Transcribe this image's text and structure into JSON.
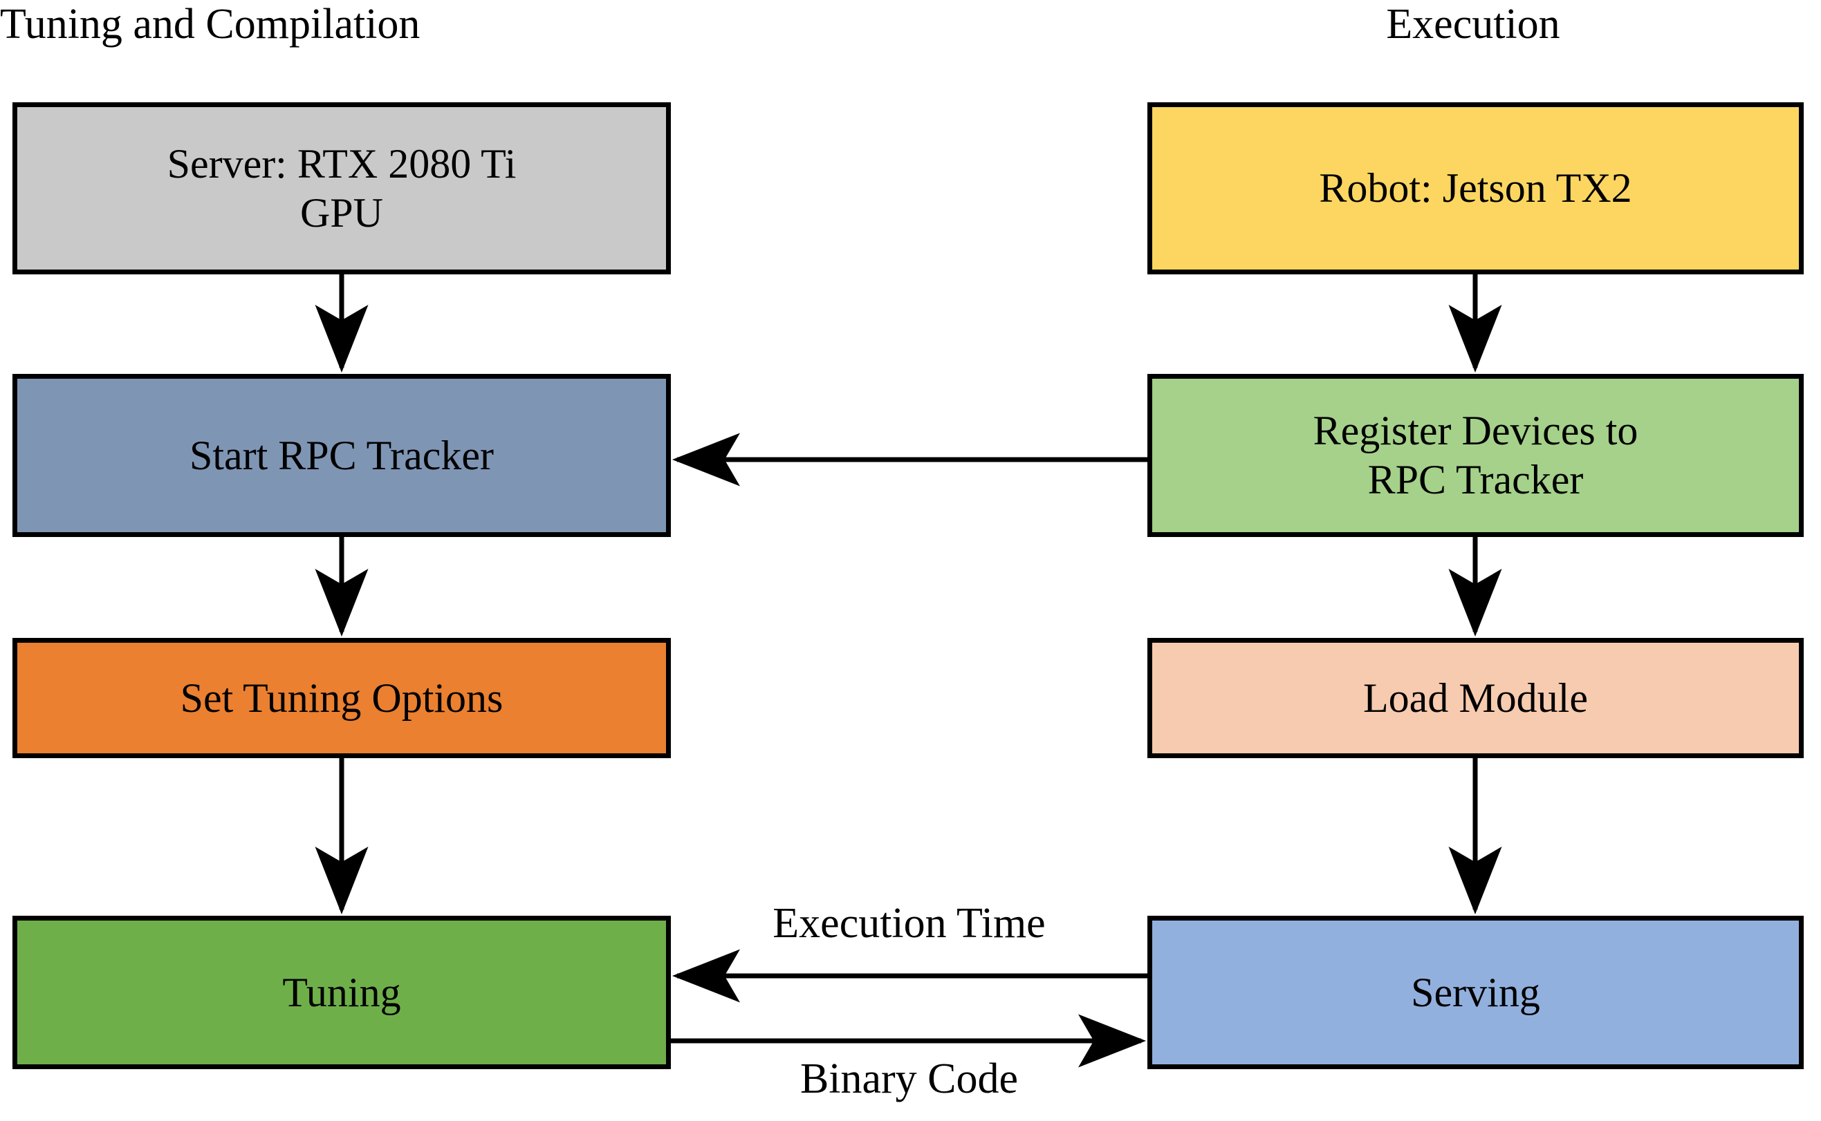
{
  "diagram": {
    "title_left": "Tuning and Compilation",
    "title_right": "Execution",
    "background": "#ffffff",
    "stroke": "#000000",
    "nodes": {
      "server": {
        "label": "Server: RTX 2080 Ti\nGPU",
        "color": "#c9c9c9"
      },
      "tracker": {
        "label": "Start RPC Tracker",
        "color": "#7f95b4"
      },
      "options": {
        "label": "Set Tuning Options",
        "color": "#ea8030"
      },
      "tuning": {
        "label": "Tuning",
        "color": "#6faf4a"
      },
      "robot": {
        "label": "Robot: Jetson TX2",
        "color": "#fcd661"
      },
      "register": {
        "label": "Register Devices to\nRPC Tracker",
        "color": "#a5d18a"
      },
      "load": {
        "label": "Load Module",
        "color": "#f7cbaf"
      },
      "serving": {
        "label": "Serving",
        "color": "#92b0de"
      }
    },
    "edge_labels": {
      "execution_time": "Execution Time",
      "binary_code": "Binary Code"
    },
    "edges": [
      {
        "from": "server",
        "to": "tracker",
        "label": ""
      },
      {
        "from": "tracker",
        "to": "options",
        "label": ""
      },
      {
        "from": "options",
        "to": "tuning",
        "label": ""
      },
      {
        "from": "robot",
        "to": "register",
        "label": ""
      },
      {
        "from": "register",
        "to": "load",
        "label": ""
      },
      {
        "from": "load",
        "to": "serving",
        "label": ""
      },
      {
        "from": "register",
        "to": "tracker",
        "label": ""
      },
      {
        "from": "serving",
        "to": "tuning",
        "label": "Execution Time"
      },
      {
        "from": "tuning",
        "to": "serving",
        "label": "Binary Code"
      }
    ]
  }
}
